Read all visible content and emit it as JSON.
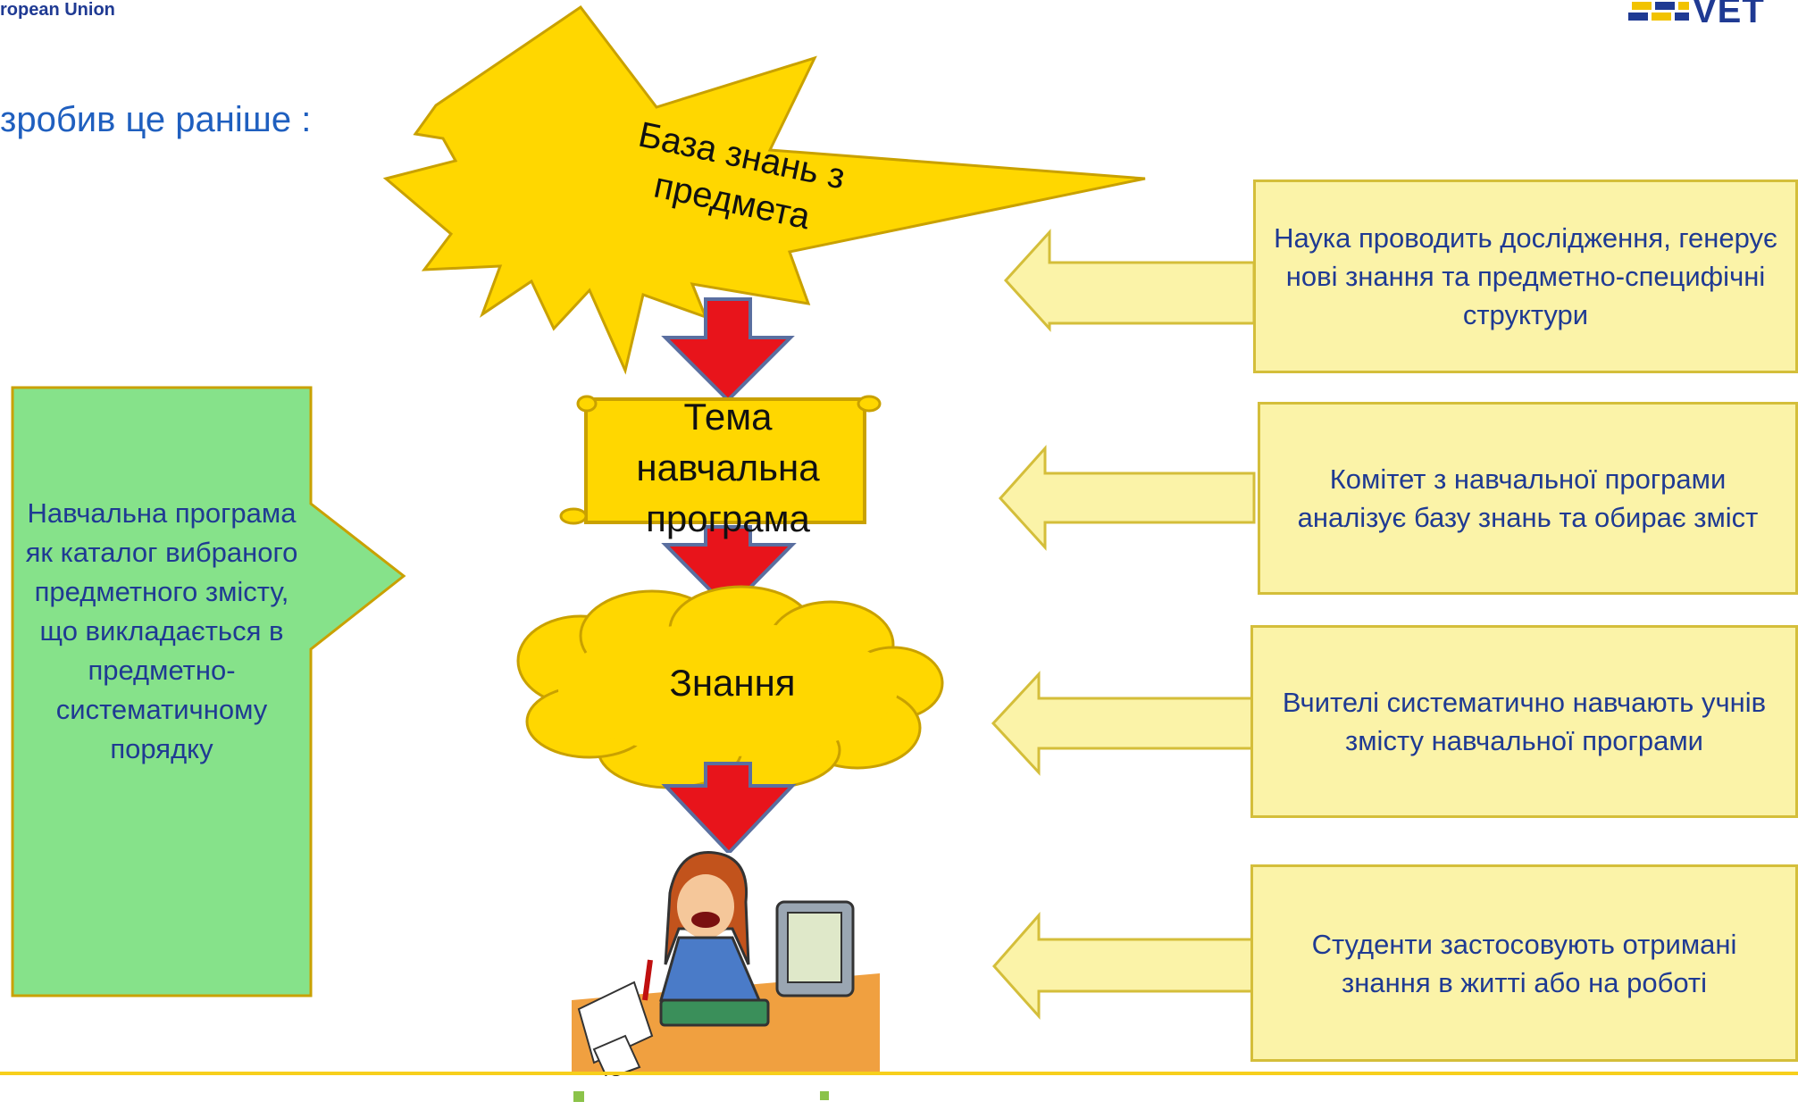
{
  "header": {
    "left_text": "ropean Union",
    "logo_text": "VET"
  },
  "subtitle": "зробив це раніше :",
  "diagram": {
    "star_label": "База знань з предмета",
    "scroll_label": "Тема навчальна програма",
    "cloud_label": "Знання",
    "left_callout": "Навчальна програма як каталог вибраного предметного змісту, що викладається в предметно-систематичному порядку",
    "right_boxes": [
      {
        "text": "Наука проводить дослідження, генерує нові знання та предметно-специфічні структури"
      },
      {
        "text": "Комітет з навчальної програми аналізує базу знань та обирає зміст"
      },
      {
        "text": "Вчителі систематично навчають учнів змісту навчальної програми"
      },
      {
        "text": "Студенти застосовують отримані знання в житті або на роботі"
      }
    ]
  },
  "colors": {
    "star_fill": "#ffd700",
    "arrow_red": "#e8141b",
    "arrow_border": "#5a6fa0",
    "box_fill": "#fbf3a8",
    "green_fill": "#86e28a",
    "text_blue": "#1f3a93",
    "footer_line": "#f7cf1c"
  }
}
